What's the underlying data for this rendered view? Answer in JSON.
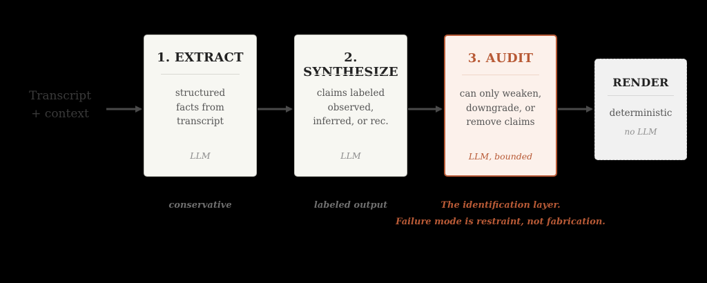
{
  "input": {
    "lines": [
      "Transcript",
      "+ context"
    ]
  },
  "stages": {
    "extract": {
      "title": "1. EXTRACT",
      "description": [
        "structured",
        "facts from",
        "transcript"
      ],
      "tag": "LLM",
      "caption": "conservative"
    },
    "synthesize": {
      "title": "2. SYNTHESIZE",
      "description": [
        "claims labeled",
        "observed,",
        "inferred, or rec."
      ],
      "tag": "LLM",
      "caption": "labeled output"
    },
    "audit": {
      "title": "3. AUDIT",
      "description": [
        "can only weaken,",
        "downgrade, or",
        "remove claims"
      ],
      "tag": "LLM, bounded",
      "caption": [
        "The identification layer.",
        "Failure mode is restraint, not fabrication."
      ]
    },
    "render": {
      "title": "RENDER",
      "description": [
        "deterministic"
      ],
      "tag": "no LLM"
    }
  },
  "colors": {
    "background": "#000000",
    "accent": "#b85a36",
    "arrow": "#4a4a4a"
  }
}
